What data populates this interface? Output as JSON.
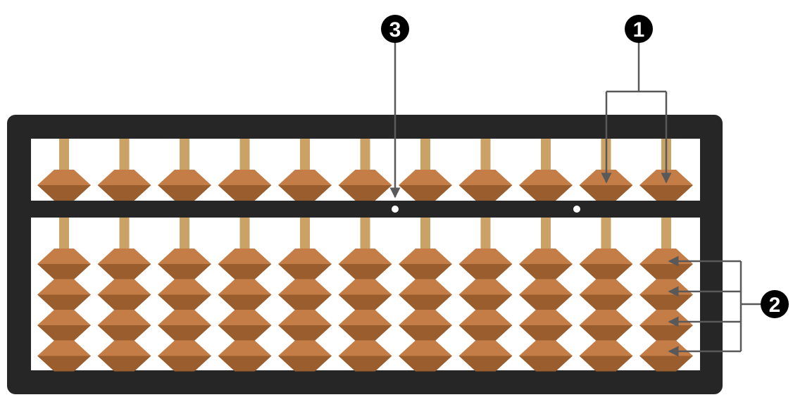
{
  "abacus": {
    "rod_count": 11,
    "upper_beads_per_rod": 1,
    "lower_beads_per_rod": 4,
    "unit_dots": 2
  },
  "colors": {
    "frame": "#262626",
    "board": "#ffffff",
    "rod": "#caa266",
    "bead_top": "#c47d47",
    "bead_bottom": "#9a5e2e",
    "callout": "#000000",
    "leader_line": "#595959"
  },
  "callouts": [
    {
      "number": "1",
      "target": "upper-beads"
    },
    {
      "number": "2",
      "target": "lower-beads"
    },
    {
      "number": "3",
      "target": "reckoning-bar"
    }
  ]
}
